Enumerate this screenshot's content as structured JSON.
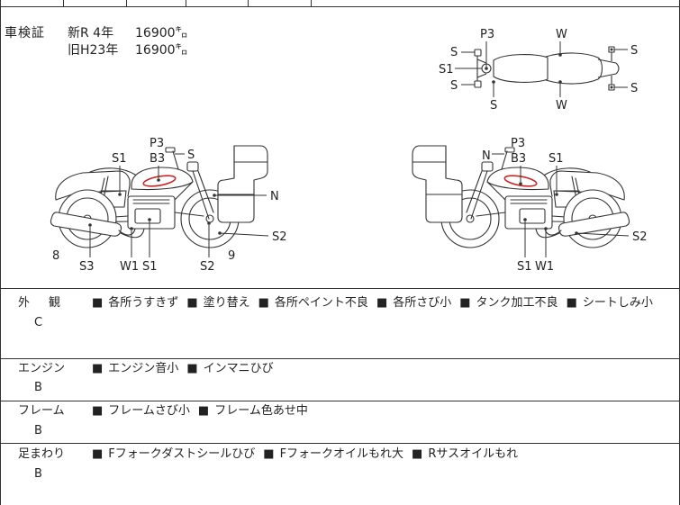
{
  "certificate": {
    "label": "車検証",
    "new": {
      "era": "新R 4年",
      "mileage": "16900㌔"
    },
    "old": {
      "era": "旧H23年",
      "mileage": "16900㌔"
    }
  },
  "diagram": {
    "top_view_labels": [
      "P3",
      "W",
      "S",
      "S1",
      "S",
      "S",
      "W",
      "S",
      "S"
    ],
    "left_view_labels": [
      "S1",
      "P3",
      "B3",
      "S",
      "N",
      "S2",
      "8",
      "S3",
      "W1",
      "S1",
      "S2",
      "9"
    ],
    "right_view_labels": [
      "N",
      "P3",
      "B3",
      "S1",
      "S2",
      "S1",
      "W1"
    ],
    "line_color": "#333333",
    "damage_mark_color": "#c62828"
  },
  "bullet": "■",
  "ratings": [
    {
      "category": "外　観",
      "grade": "C",
      "notes": [
        "各所うすきず",
        "塗り替え",
        "各所ペイント不良",
        "各所さび小",
        "タンク加工不良",
        "シートしみ小"
      ]
    },
    {
      "category": "エンジン",
      "grade": "B",
      "notes": [
        "エンジン音小",
        "インマニひび"
      ]
    },
    {
      "category": "フレーム",
      "grade": "B",
      "notes": [
        "フレームさび小",
        "フレーム色あせ中"
      ]
    },
    {
      "category": "足まわり",
      "grade": "B",
      "notes": [
        "Fフォークダストシールひび",
        "Fフォークオイルもれ大",
        "Rサスオイルもれ"
      ]
    }
  ]
}
